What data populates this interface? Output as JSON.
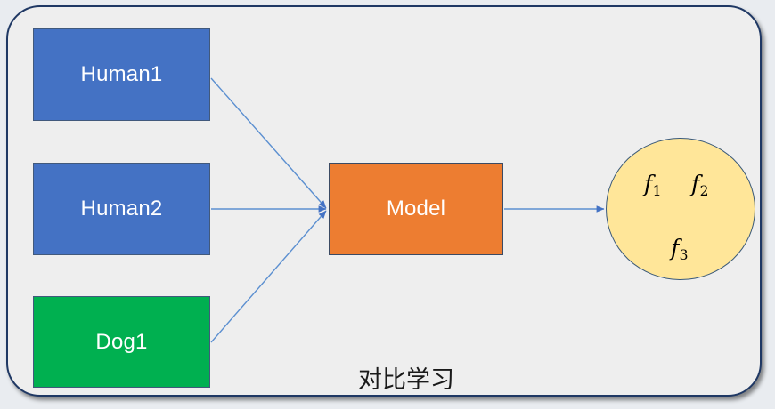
{
  "diagram": {
    "caption": "对比学习",
    "colors": {
      "blue": "#4472C4",
      "green": "#00B050",
      "orange": "#ED7D31",
      "yellow": "#FFE699",
      "frame_border": "#1F3864",
      "frame_fill": "#EEEEEE",
      "connector": "#5B8FD0",
      "page_background": "#E9ECF0"
    },
    "nodes": [
      {
        "id": "human1",
        "label": "Human1",
        "shape": "rectangle",
        "fill": "#4472C4"
      },
      {
        "id": "human2",
        "label": "Human2",
        "shape": "rectangle",
        "fill": "#4472C4"
      },
      {
        "id": "dog1",
        "label": "Dog1",
        "shape": "rectangle",
        "fill": "#00B050"
      },
      {
        "id": "model",
        "label": "Model",
        "shape": "rectangle",
        "fill": "#ED7D31"
      }
    ],
    "features": [
      {
        "id": "f1",
        "base": "f",
        "sub": "1"
      },
      {
        "id": "f2",
        "base": "f",
        "sub": "2"
      },
      {
        "id": "f3",
        "base": "f",
        "sub": "3"
      }
    ],
    "edges": [
      {
        "from": "human1",
        "to": "model",
        "style": "arrow"
      },
      {
        "from": "human2",
        "to": "model",
        "style": "arrow"
      },
      {
        "from": "dog1",
        "to": "model",
        "style": "arrow"
      },
      {
        "from": "model",
        "to": "features",
        "style": "arrow"
      }
    ]
  }
}
